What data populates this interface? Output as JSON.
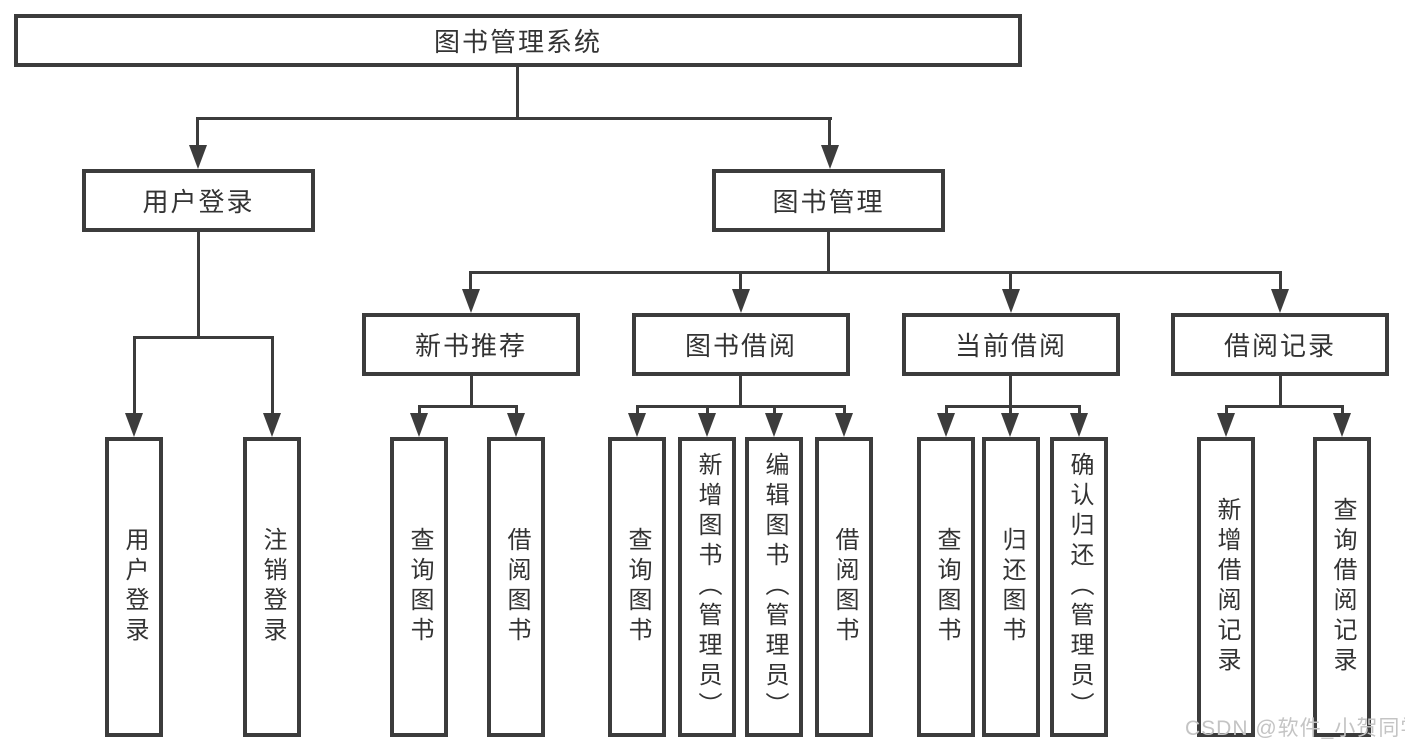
{
  "tree": {
    "root": {
      "label": "图书管理系统"
    },
    "branches": [
      {
        "label": "用户登录",
        "children": [
          {
            "label": "用户登录"
          },
          {
            "label": "注销登录"
          }
        ]
      },
      {
        "label": "图书管理",
        "children": [
          {
            "label": "新书推荐",
            "children": [
              {
                "label": "查询图书"
              },
              {
                "label": "借阅图书"
              }
            ]
          },
          {
            "label": "图书借阅",
            "children": [
              {
                "label": "查询图书"
              },
              {
                "label": "新增图书（管理员）"
              },
              {
                "label": "编辑图书（管理员）"
              },
              {
                "label": "借阅图书"
              }
            ]
          },
          {
            "label": "当前借阅",
            "children": [
              {
                "label": "查询图书"
              },
              {
                "label": "归还图书"
              },
              {
                "label": "确认归还（管理员）"
              }
            ]
          },
          {
            "label": "借阅记录",
            "children": [
              {
                "label": "新增借阅记录"
              },
              {
                "label": "查询借阅记录"
              }
            ]
          }
        ]
      }
    ]
  },
  "watermark": {
    "text": "CSDN @软件_小贺同学"
  },
  "colors": {
    "line": "#3c3c3c",
    "box_border": "#3c3c3c",
    "text": "#333333",
    "watermark": "#c4c4c4",
    "background": "#ffffff"
  }
}
